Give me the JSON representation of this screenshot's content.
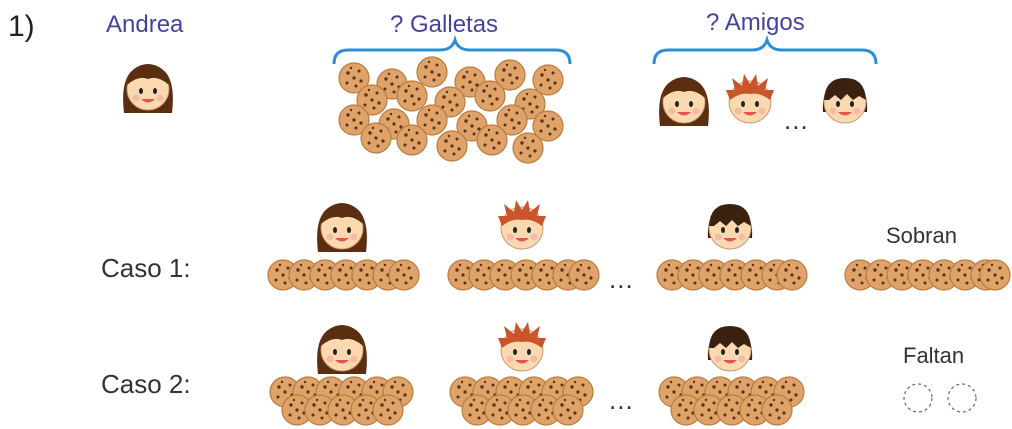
{
  "problem_number": "1)",
  "labels": {
    "andrea": "Andrea",
    "cookies": "? Galletas",
    "friends": "? Amigos",
    "case1": "Caso 1:",
    "case2": "Caso 2:",
    "leftover": "Sobran",
    "missing": "Faltan",
    "ellipsis": "..."
  },
  "colors": {
    "label_blue": "#43439a",
    "brace_blue": "#2a8fd6",
    "cookie": "#dfa268",
    "cookie_edge": "#b97c40",
    "chip": "#5a3219",
    "hair_brown": "#5b2e12",
    "hair_dark": "#3a2110",
    "hair_red": "#c8562a",
    "skin": "#fbd9b0"
  }
}
